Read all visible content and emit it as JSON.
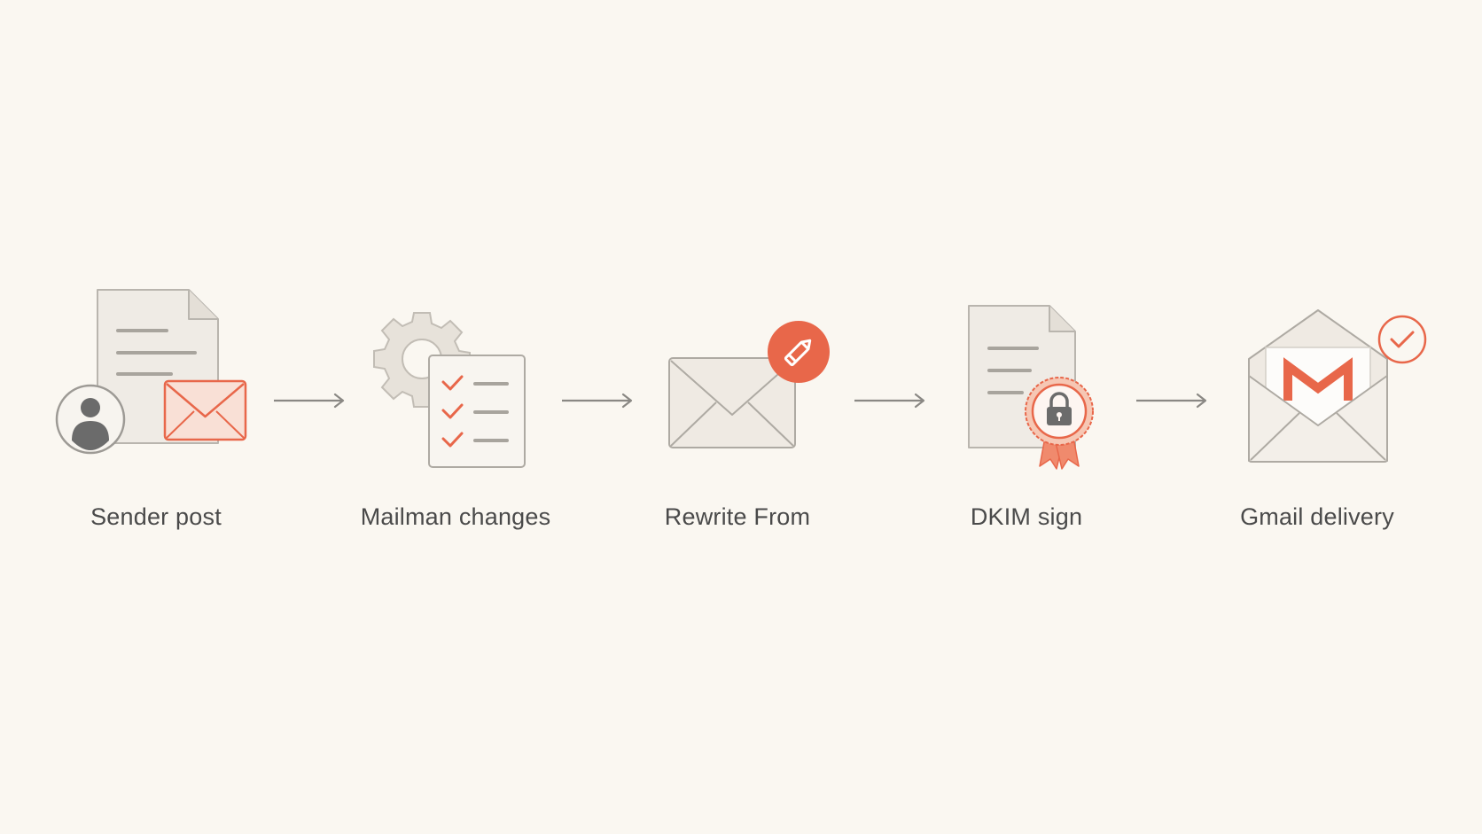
{
  "diagram": {
    "steps": [
      {
        "label": "Sender post",
        "icon": "document-user-envelope-icon"
      },
      {
        "label": "Mailman changes",
        "icon": "gear-checklist-icon"
      },
      {
        "label": "Rewrite From",
        "icon": "envelope-pencil-icon"
      },
      {
        "label": "DKIM sign",
        "icon": "document-lock-seal-icon"
      },
      {
        "label": "Gmail delivery",
        "icon": "gmail-envelope-check-icon"
      }
    ]
  },
  "colors": {
    "background": "#faf7f1",
    "accent": "#e8674a",
    "accent_light": "#f9e0d6",
    "outline": "#b9b5ae",
    "paper": "#f0ebe4",
    "text": "#4a4a4a",
    "arrow": "#8a8884"
  }
}
